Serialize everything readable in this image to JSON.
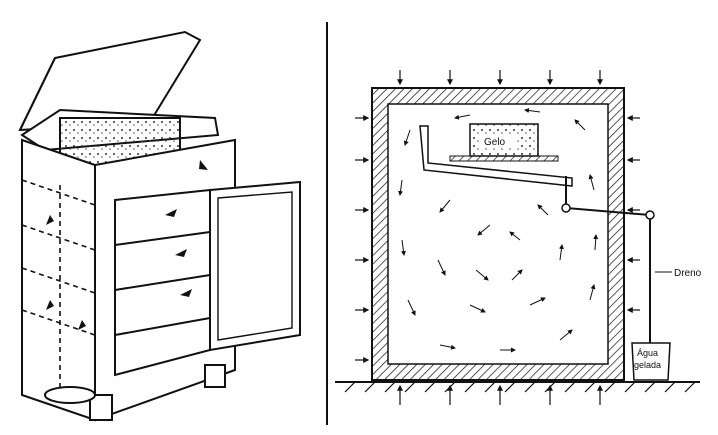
{
  "labels": {
    "ice": "Gelo",
    "drain": "Dreno",
    "cold_water_line1": "Água",
    "cold_water_line2": "gelada"
  }
}
